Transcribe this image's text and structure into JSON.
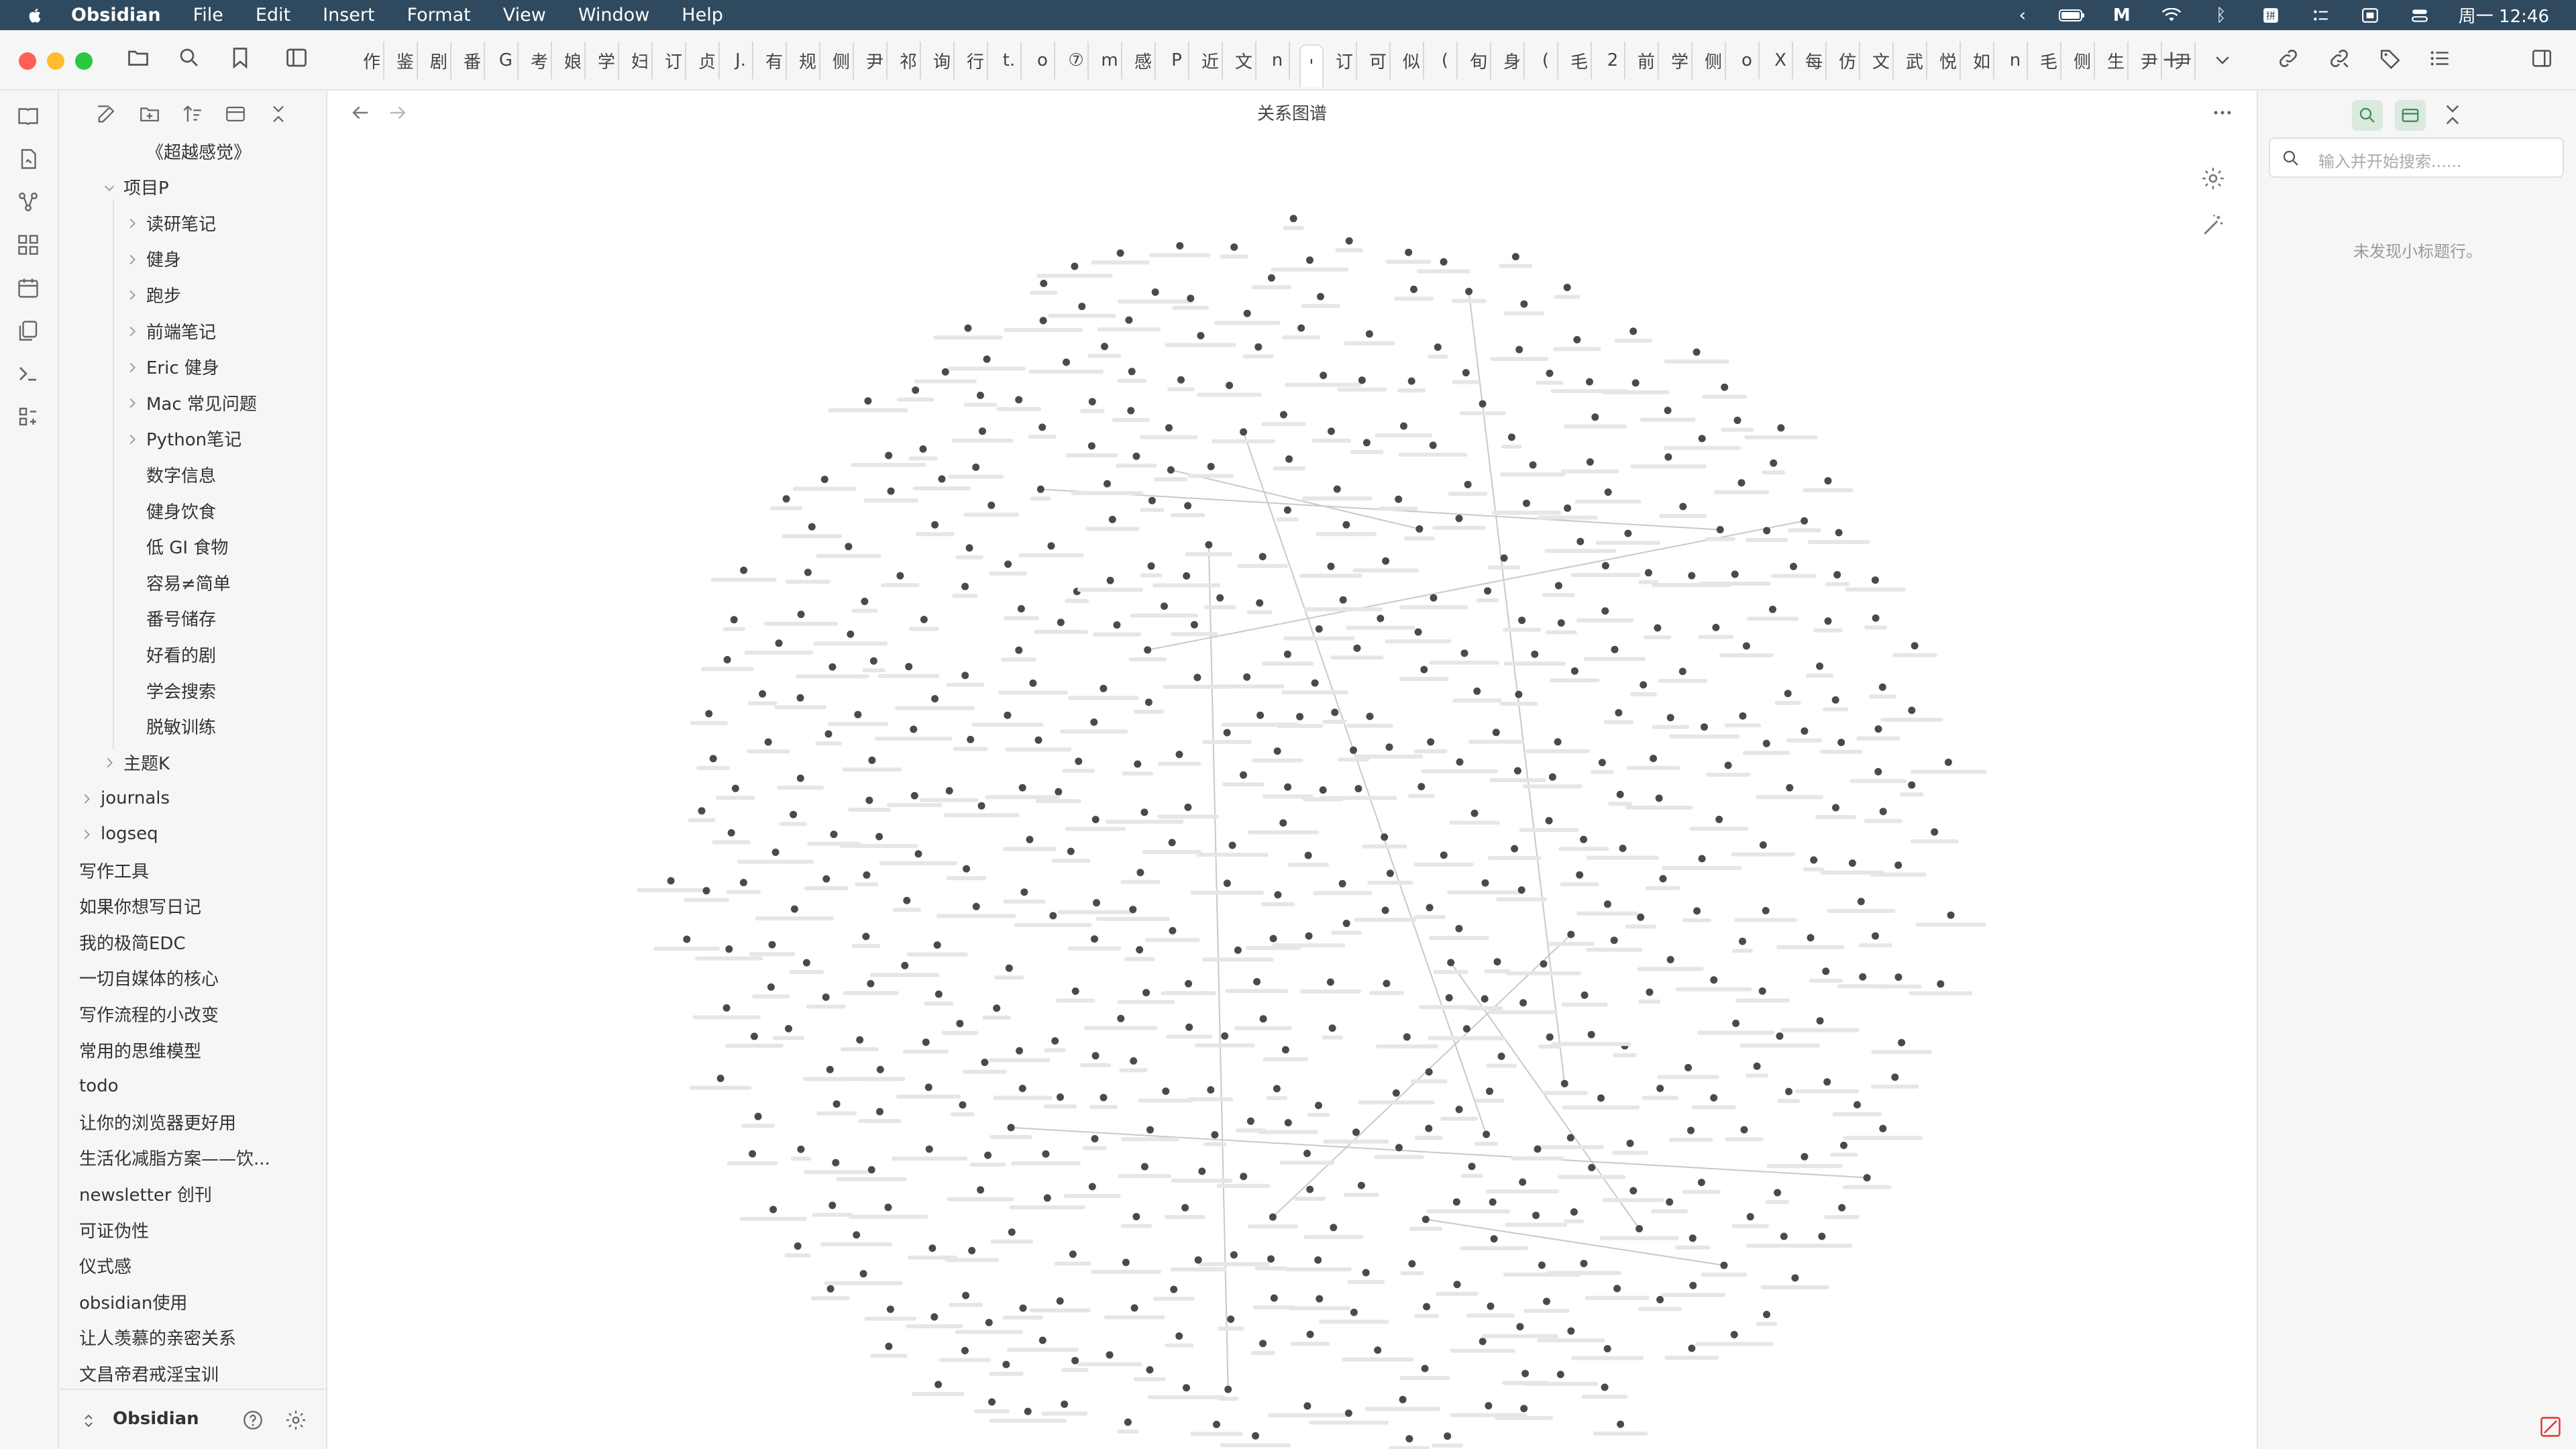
{
  "menubar": {
    "app": "Obsidian",
    "items": [
      "File",
      "Edit",
      "Insert",
      "Format",
      "View",
      "Window",
      "Help"
    ],
    "clock": "周一 12:46"
  },
  "tabs": [
    "作",
    "鉴",
    "剧",
    "番",
    "G",
    "考",
    "娘",
    "学",
    "妇",
    "订",
    "贞",
    "J.",
    "有",
    "规",
    "侧",
    "尹",
    "祁",
    "询",
    "行",
    "t.",
    "o",
    "⑦",
    "m",
    "感",
    "P",
    "近",
    "文",
    "n",
    "'",
    "订",
    "可",
    "似",
    "(",
    "旬",
    "身",
    "(",
    "毛",
    "2",
    "前",
    "学",
    "侧",
    "o",
    "X",
    "每",
    "仿",
    "文",
    "武",
    "悦",
    "如",
    "n",
    "毛",
    "侧",
    "生",
    "尹",
    "尹"
  ],
  "ribbon_icons": [
    "open-quick-switcher-icon",
    "daily-note-icon",
    "graph-view-icon",
    "canvas-icon",
    "calendar-icon",
    "templates-icon",
    "command-palette-icon",
    "plugin-icon"
  ],
  "sidebar": {
    "tree": [
      {
        "label": "《超越感觉》",
        "indent": 2,
        "chevron": "none"
      },
      {
        "label": "项目P",
        "indent": 1,
        "chevron": "down"
      },
      {
        "label": "读研笔记",
        "indent": 2,
        "chevron": "right"
      },
      {
        "label": "健身",
        "indent": 2,
        "chevron": "right"
      },
      {
        "label": "跑步",
        "indent": 2,
        "chevron": "right"
      },
      {
        "label": "前端笔记",
        "indent": 2,
        "chevron": "right"
      },
      {
        "label": "Eric 健身",
        "indent": 2,
        "chevron": "right"
      },
      {
        "label": "Mac 常见问题",
        "indent": 2,
        "chevron": "right"
      },
      {
        "label": "Python笔记",
        "indent": 2,
        "chevron": "right"
      },
      {
        "label": "数字信息",
        "indent": 2,
        "chevron": "none"
      },
      {
        "label": "健身饮食",
        "indent": 2,
        "chevron": "none"
      },
      {
        "label": "低 GI 食物",
        "indent": 2,
        "chevron": "none"
      },
      {
        "label": "容易≠简单",
        "indent": 2,
        "chevron": "none"
      },
      {
        "label": "番号储存",
        "indent": 2,
        "chevron": "none"
      },
      {
        "label": "好看的剧",
        "indent": 2,
        "chevron": "none"
      },
      {
        "label": "学会搜索",
        "indent": 2,
        "chevron": "none"
      },
      {
        "label": "脱敏训练",
        "indent": 2,
        "chevron": "none"
      },
      {
        "label": "主题K",
        "indent": 1,
        "chevron": "right"
      },
      {
        "label": "journals",
        "indent": 0,
        "chevron": "right"
      },
      {
        "label": "logseq",
        "indent": 0,
        "chevron": "right"
      },
      {
        "label": "写作工具",
        "indent": 0,
        "chevron": "none"
      },
      {
        "label": "如果你想写日记",
        "indent": 0,
        "chevron": "none"
      },
      {
        "label": "我的极简EDC",
        "indent": 0,
        "chevron": "none"
      },
      {
        "label": "一切自媒体的核心",
        "indent": 0,
        "chevron": "none"
      },
      {
        "label": "写作流程的小改变",
        "indent": 0,
        "chevron": "none"
      },
      {
        "label": "常用的思维模型",
        "indent": 0,
        "chevron": "none"
      },
      {
        "label": "todo",
        "indent": 0,
        "chevron": "none"
      },
      {
        "label": "让你的浏览器更好用",
        "indent": 0,
        "chevron": "none"
      },
      {
        "label": "生活化减脂方案——饮...",
        "indent": 0,
        "chevron": "none"
      },
      {
        "label": "newsletter 创刊",
        "indent": 0,
        "chevron": "none"
      },
      {
        "label": "可证伪性",
        "indent": 0,
        "chevron": "none"
      },
      {
        "label": "仪式感",
        "indent": 0,
        "chevron": "none"
      },
      {
        "label": "obsidian使用",
        "indent": 0,
        "chevron": "none"
      },
      {
        "label": "让人羡慕的亲密关系",
        "indent": 0,
        "chevron": "none"
      },
      {
        "label": "文昌帝君戒淫宝训",
        "indent": 0,
        "chevron": "none"
      }
    ],
    "vault_name": "Obsidian"
  },
  "main": {
    "title": "关系图谱"
  },
  "right_panel": {
    "search_placeholder": "输入并开始搜索......",
    "empty_message": "未发现小标题行。"
  }
}
